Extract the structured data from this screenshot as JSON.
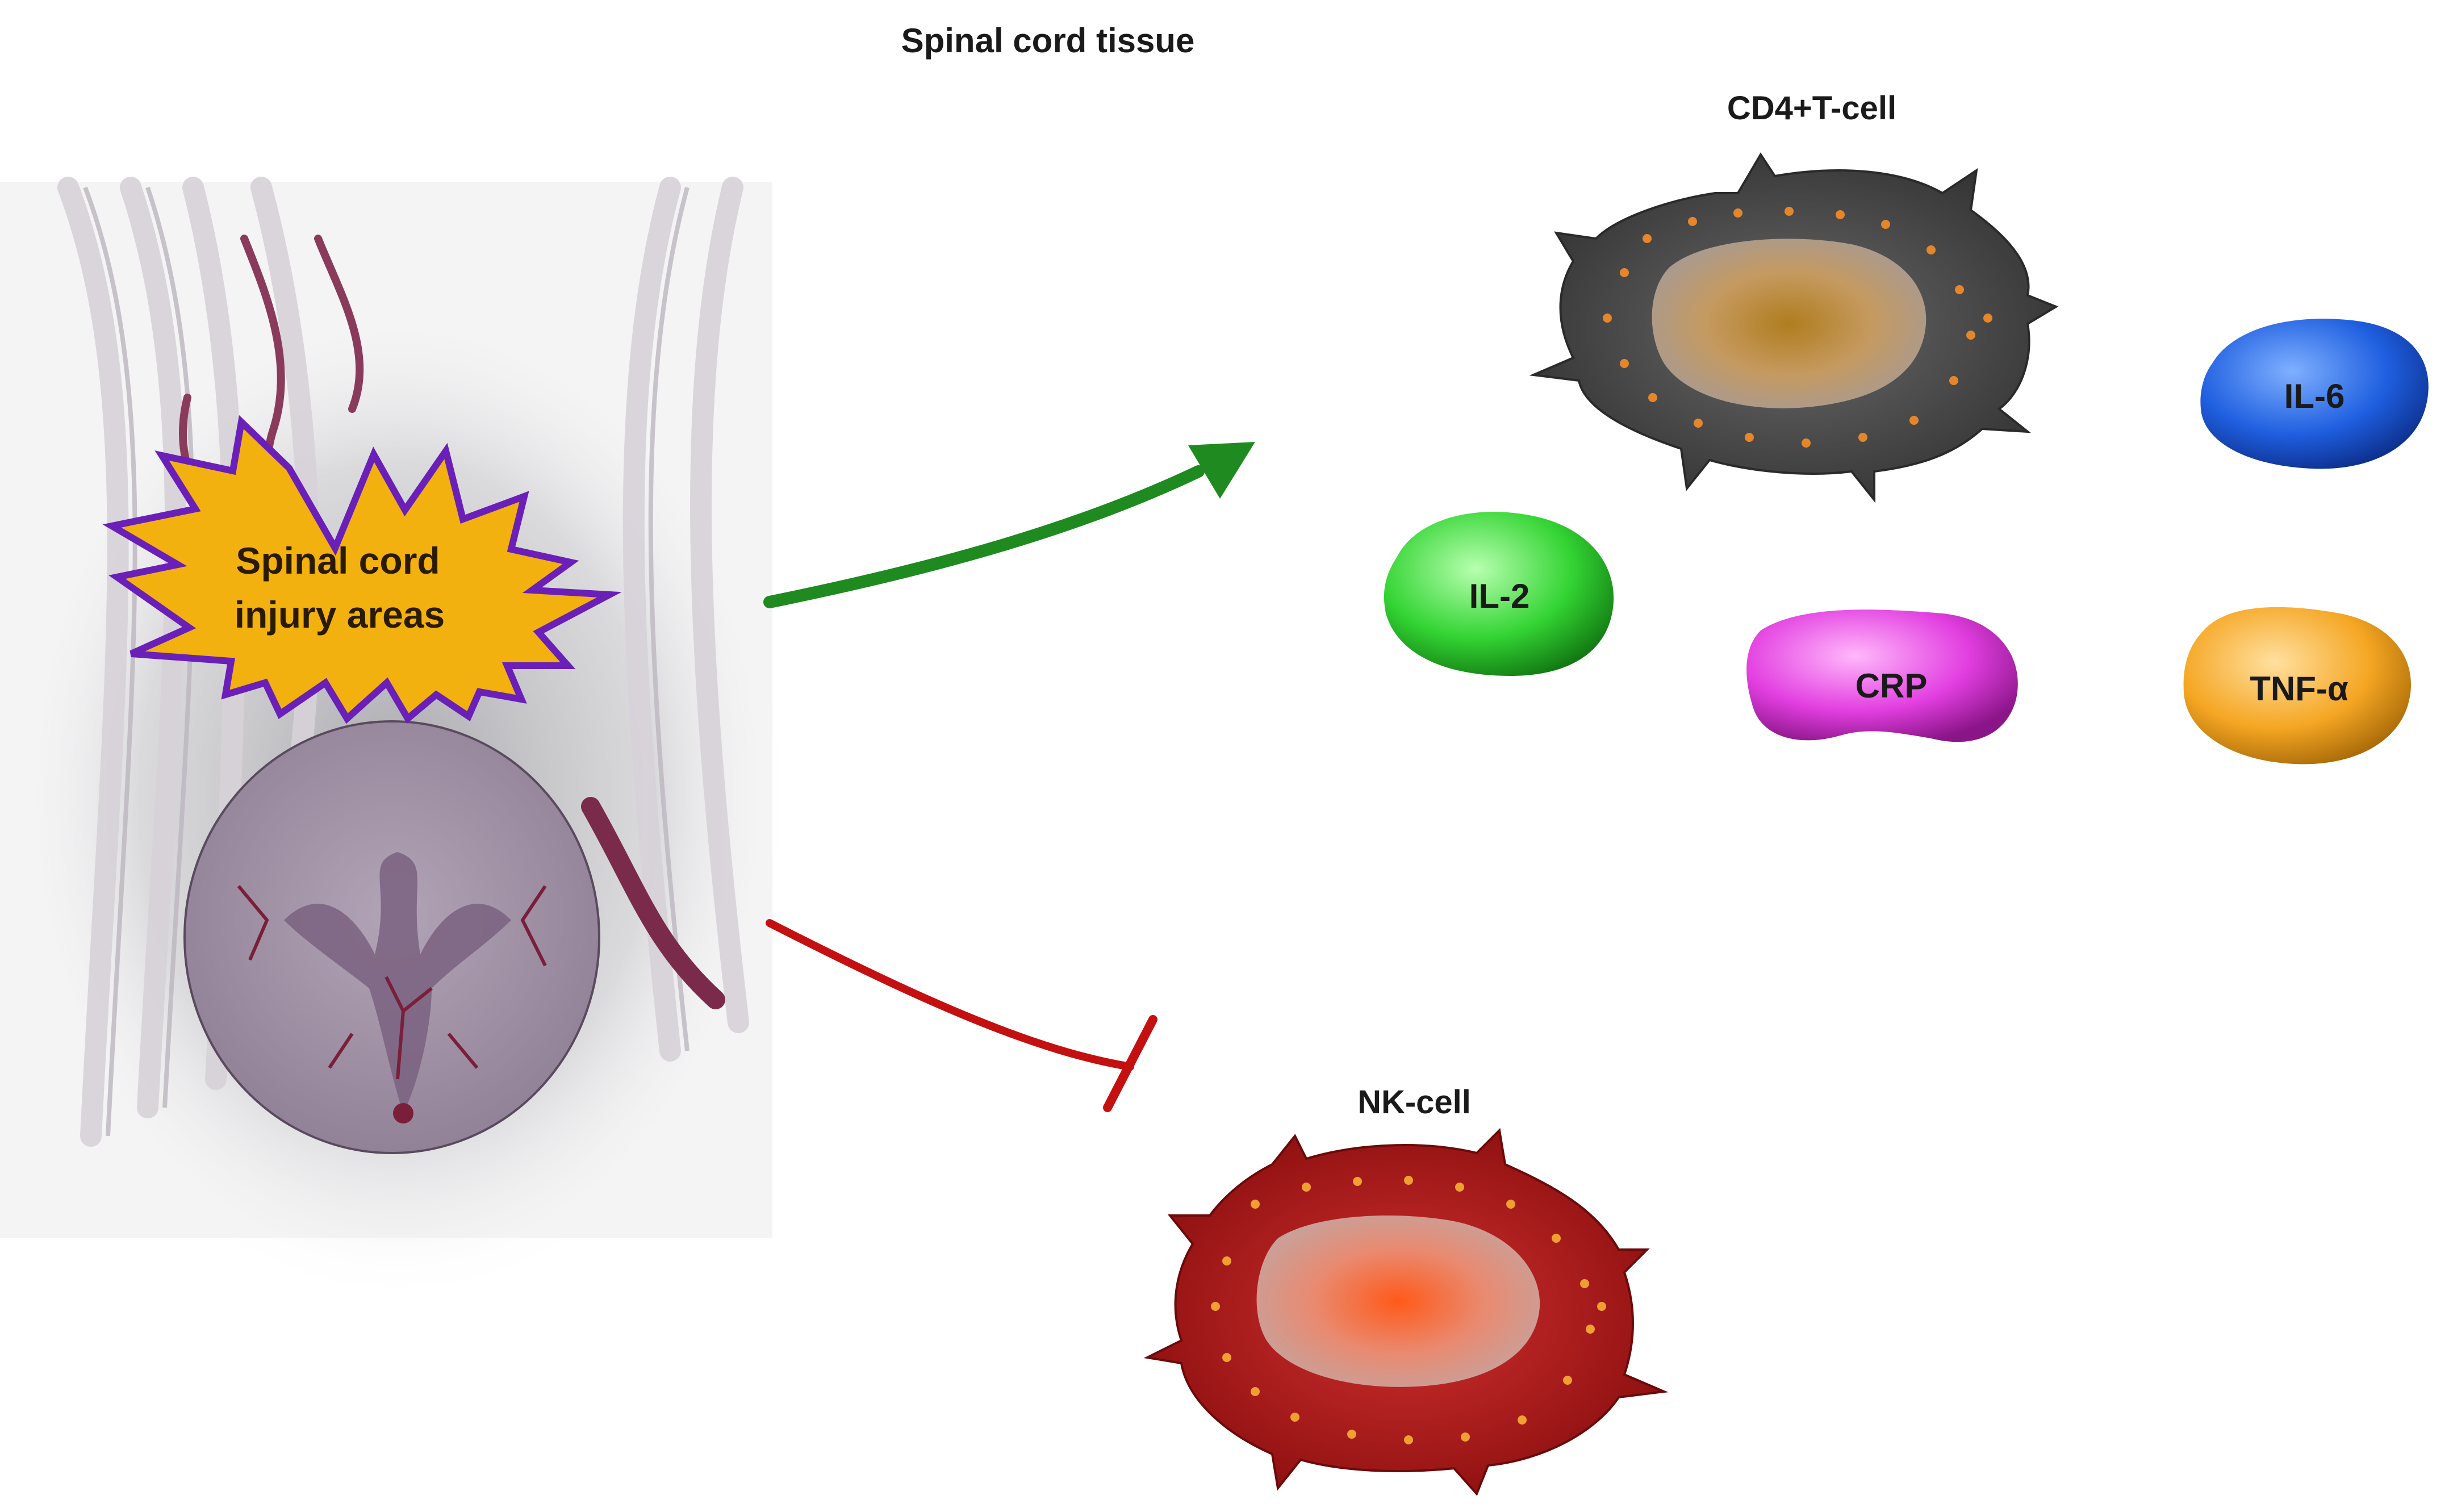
{
  "title": "Spinal cord tissue",
  "injury": {
    "line1": "Spinal cord",
    "line2": "injury areas"
  },
  "cells": {
    "cd4": "CD4+T-cell",
    "nk": "NK-cell"
  },
  "molecules": {
    "il6": "IL-6",
    "il2": "IL-2",
    "crp": "CRP",
    "tnf": "TNF-α"
  },
  "colors": {
    "activation_arrow": "#1f8a1f",
    "inhibition_arrow": "#c41010",
    "burst_fill": "#f2b10e",
    "burst_stroke": "#6a1fb8",
    "il6": "#1f5fe0",
    "il2": "#33d433",
    "crp": "#e23ee0",
    "tnf": "#f5a623",
    "cd4_cell": "#3a3a3a",
    "nk_cell": "#a81616"
  },
  "icons": {
    "activation": "arrow-head-icon",
    "inhibition": "t-bar-inhibition-icon"
  }
}
